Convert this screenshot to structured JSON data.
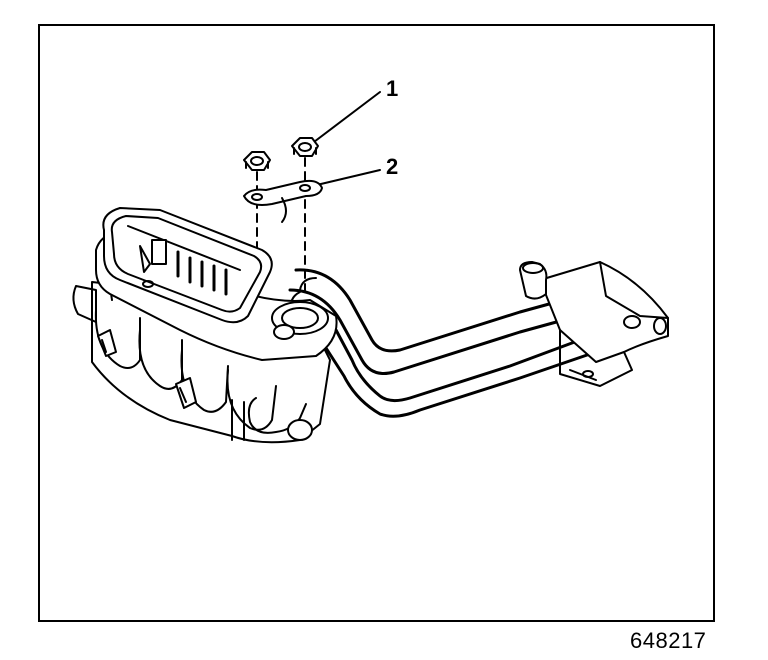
{
  "figure": {
    "callouts": [
      {
        "id": "1",
        "label": "1"
      },
      {
        "id": "2",
        "label": "2"
      }
    ],
    "figure_number": "648217"
  }
}
